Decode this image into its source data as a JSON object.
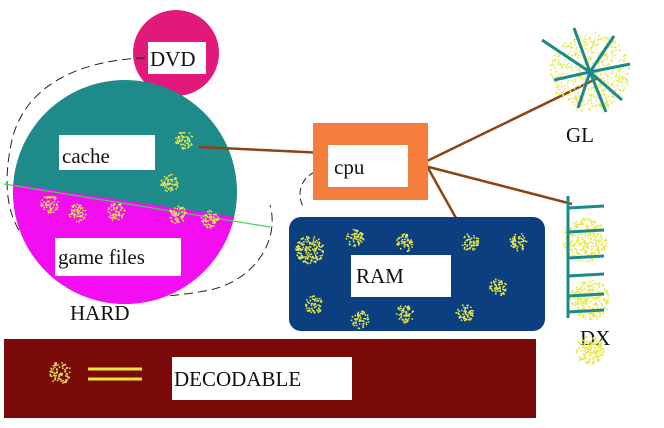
{
  "labels": {
    "dvd": "DVD",
    "cache": "cache",
    "game_files": "game files",
    "hard": "HARD",
    "cpu": "cpu",
    "ram": "RAM",
    "gl": "GL",
    "dx": "DX",
    "decodable": "DECODABLE"
  },
  "colors": {
    "dvd": "#e0197a",
    "cache_disk": "#1e8a8a",
    "game_disk": "#f20ef0",
    "cpu": "#f57e3c",
    "ram": "#0b3f7f",
    "decodable_bar": "#7a0a0a",
    "link": "#8b4513",
    "dots": "#e6e84a",
    "gl_dx_rays": "#1a8a8a",
    "decodable_lines": "#f2e23a"
  },
  "icons": {
    "dot_cluster": "yellow-dot-cluster-icon",
    "equals": "double-line-icon"
  }
}
